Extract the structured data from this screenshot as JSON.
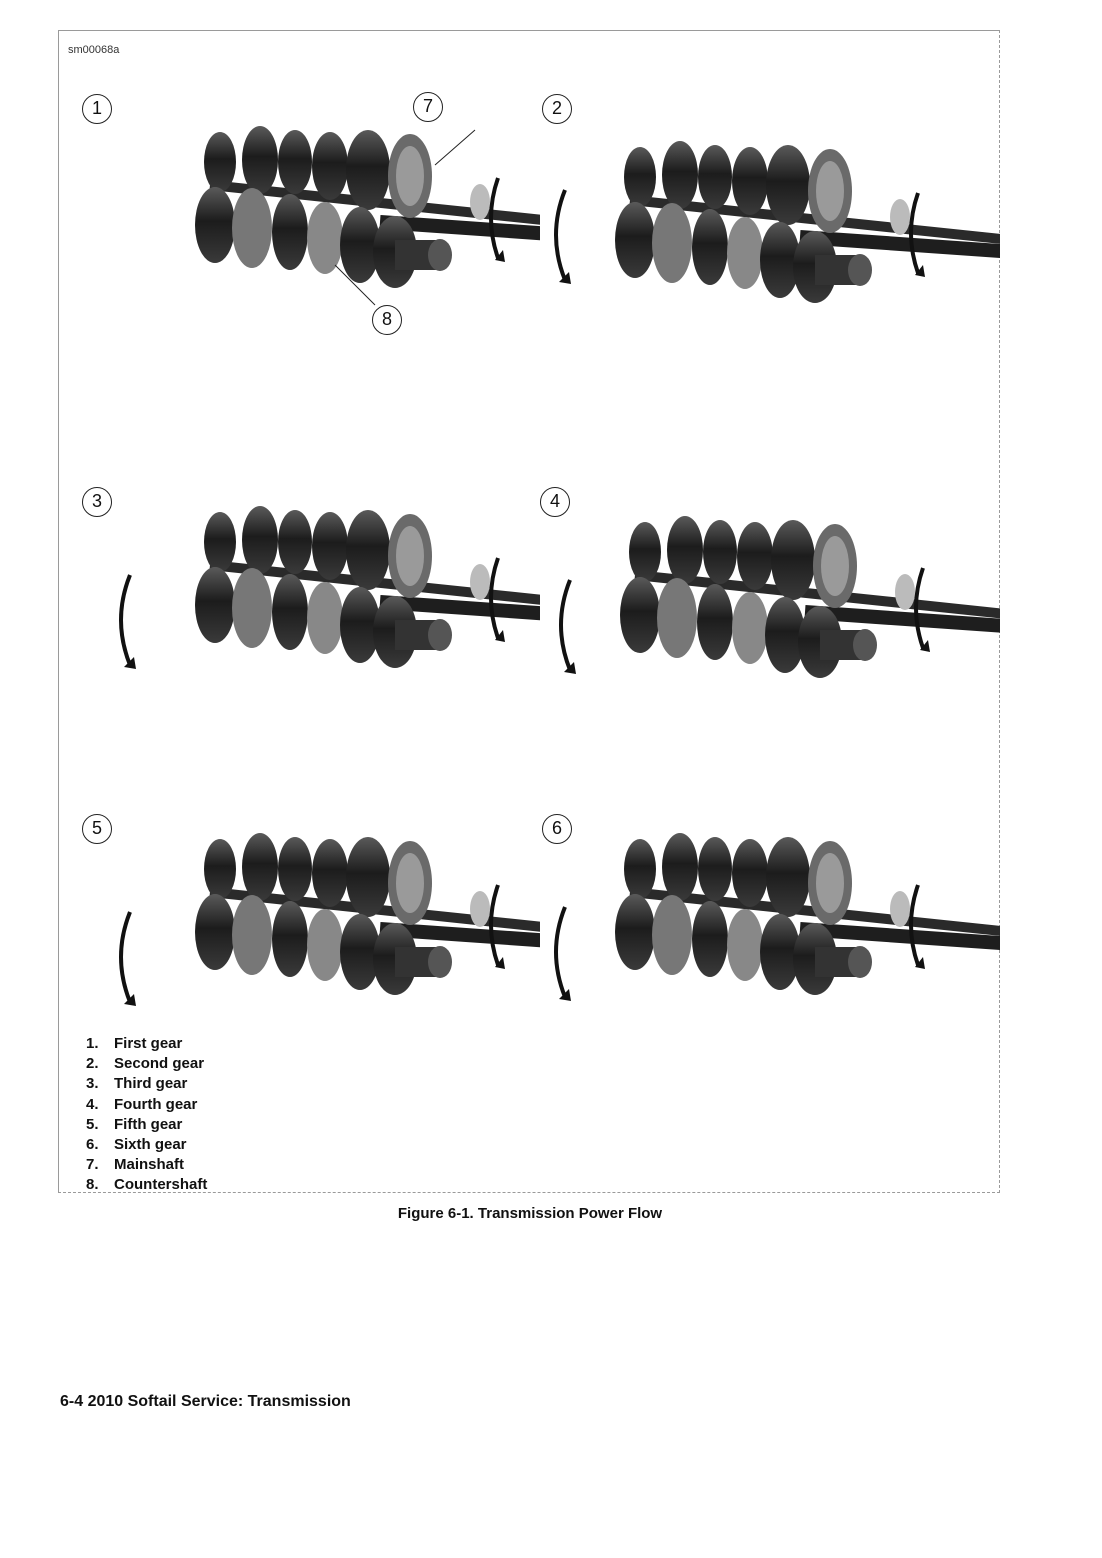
{
  "figure": {
    "id": "sm00068a",
    "panels": [
      {
        "label": "1"
      },
      {
        "label": "2"
      },
      {
        "label": "3"
      },
      {
        "label": "4"
      },
      {
        "label": "5"
      },
      {
        "label": "6"
      }
    ],
    "extra_callouts": [
      {
        "label": "7"
      },
      {
        "label": "8"
      }
    ],
    "legend": [
      {
        "num": "1.",
        "text": "First gear"
      },
      {
        "num": "2.",
        "text": "Second gear"
      },
      {
        "num": "3.",
        "text": "Third gear"
      },
      {
        "num": "4.",
        "text": "Fourth gear"
      },
      {
        "num": "5.",
        "text": "Fifth gear"
      },
      {
        "num": "6.",
        "text": "Sixth gear"
      },
      {
        "num": "7.",
        "text": "Mainshaft"
      },
      {
        "num": "8.",
        "text": "Countershaft"
      }
    ],
    "caption": "Figure 6-1. Transmission Power Flow"
  },
  "footer": {
    "text": "6-4  2010 Softail Service: Transmission"
  }
}
